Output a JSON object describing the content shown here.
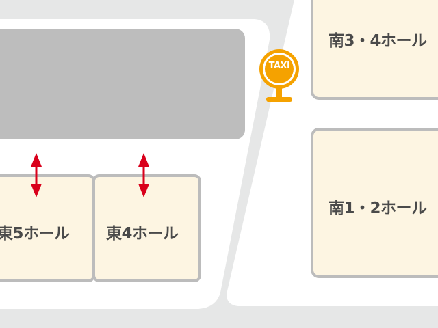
{
  "map": {
    "halls": {
      "east5": "東5ホール",
      "east4": "東4ホール",
      "south34": "南3・4ホール",
      "south12": "南1・2ホール"
    },
    "taxi": {
      "label": "TAXI",
      "icon": "taxi-stand-icon"
    },
    "icons": {
      "passage_arrow": "double-arrow-vertical-icon"
    },
    "colors": {
      "background": "#e6e7e7",
      "walkway": "#ffffff",
      "building_gray": "#bdbdbd",
      "hall_fill": "#fdf5e2",
      "hall_border": "#bcbcbc",
      "arrow_red": "#d9001b",
      "taxi_orange": "#f5a200",
      "label_text": "#4a4a4a"
    }
  }
}
